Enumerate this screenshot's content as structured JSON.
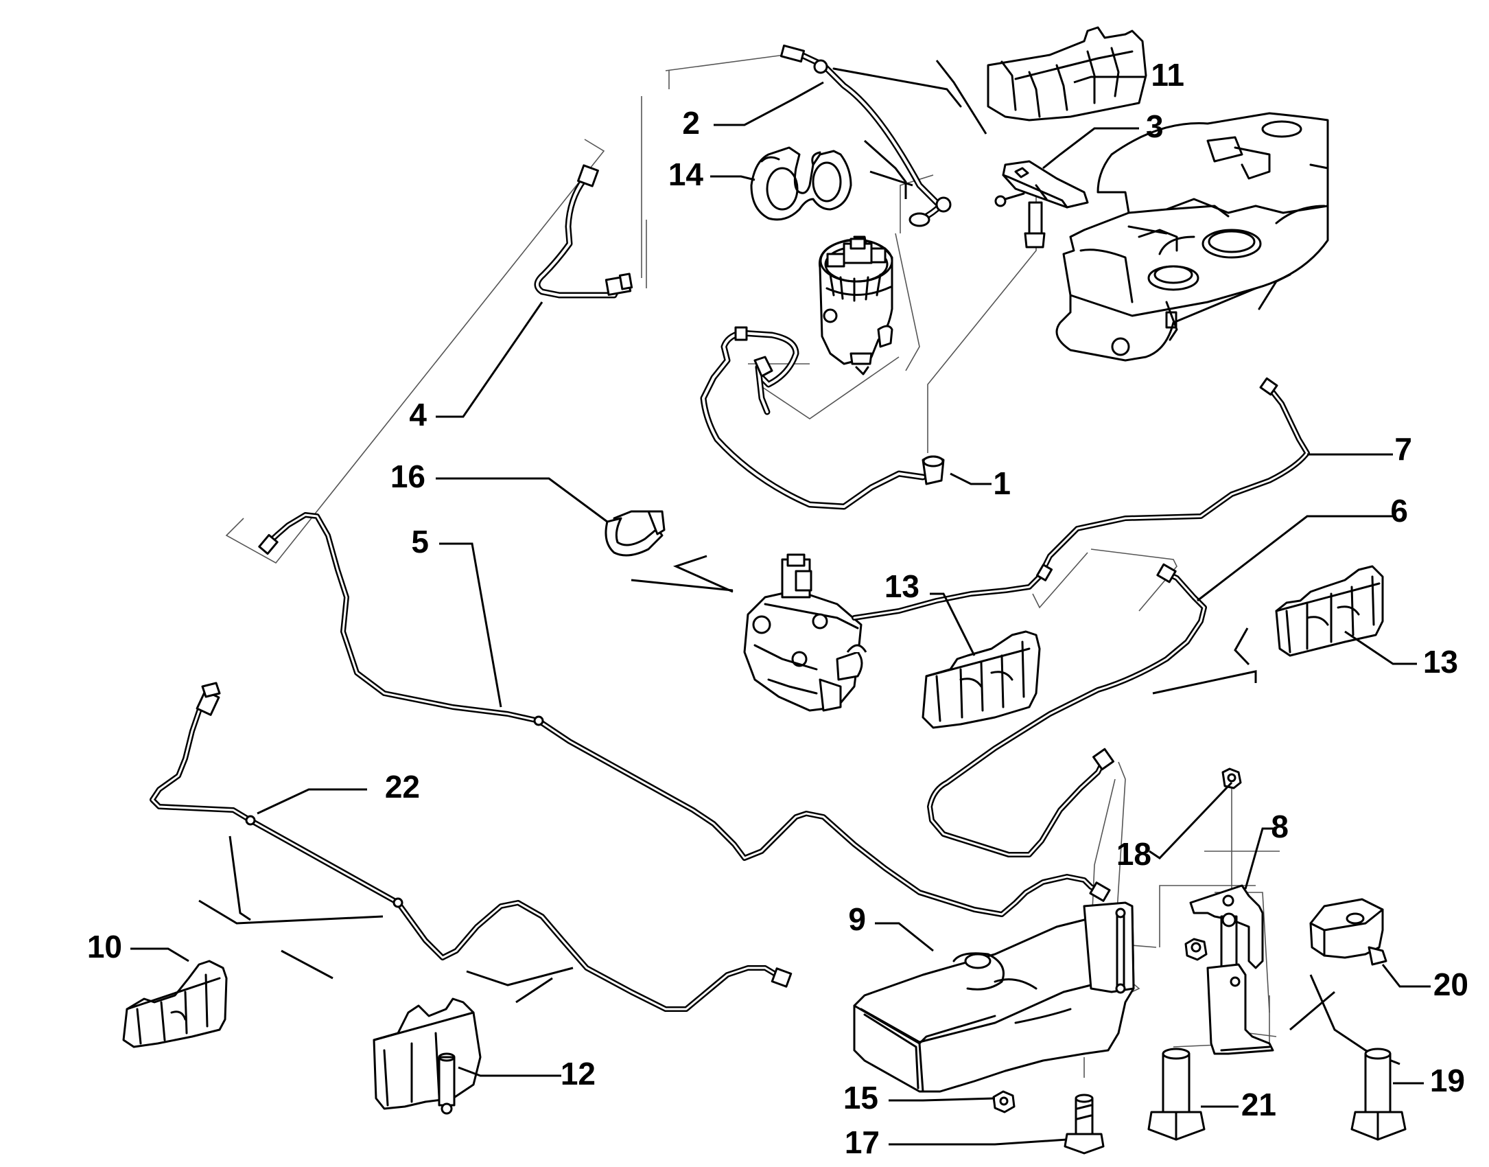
{
  "parts": [
    {
      "id": "part-1",
      "number": "1"
    },
    {
      "id": "part-2",
      "number": "2"
    },
    {
      "id": "part-3",
      "number": "3"
    },
    {
      "id": "part-4",
      "number": "4"
    },
    {
      "id": "part-5",
      "number": "5"
    },
    {
      "id": "part-6",
      "number": "6"
    },
    {
      "id": "part-7",
      "number": "7"
    },
    {
      "id": "part-8",
      "number": "8"
    },
    {
      "id": "part-9",
      "number": "9"
    },
    {
      "id": "part-10",
      "number": "10"
    },
    {
      "id": "part-11",
      "number": "11"
    },
    {
      "id": "part-12",
      "number": "12"
    },
    {
      "id": "part-13a",
      "number": "13"
    },
    {
      "id": "part-13b",
      "number": "13"
    },
    {
      "id": "part-14",
      "number": "14"
    },
    {
      "id": "part-15",
      "number": "15"
    },
    {
      "id": "part-16",
      "number": "16"
    },
    {
      "id": "part-17",
      "number": "17"
    },
    {
      "id": "part-18",
      "number": "18"
    },
    {
      "id": "part-19",
      "number": "19"
    },
    {
      "id": "part-20",
      "number": "20"
    },
    {
      "id": "part-21",
      "number": "21"
    },
    {
      "id": "part-22",
      "number": "22"
    }
  ]
}
